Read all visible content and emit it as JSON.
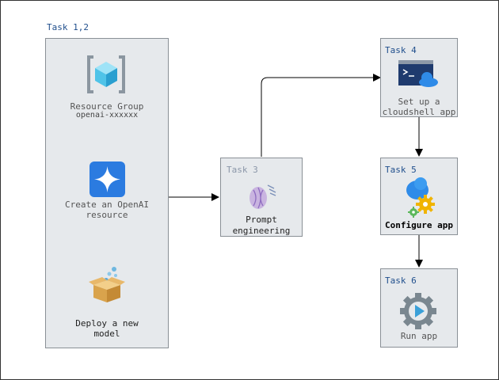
{
  "task12": {
    "label": "Task 1,2",
    "resource_group_title": "Resource Group",
    "resource_group_name": "openai-xxxxxx",
    "create_openai_line1": "Create an OpenAI",
    "create_openai_line2": "resource",
    "deploy_line1": "Deploy a new",
    "deploy_line2": "model"
  },
  "task3": {
    "label": "Task 3",
    "line1": "Prompt",
    "line2": "engineering"
  },
  "task4": {
    "label": "Task 4",
    "line1": "Set up a",
    "line2": "cloudshell app"
  },
  "task5": {
    "label": "Task 5",
    "line1": "Configure app"
  },
  "task6": {
    "label": "Task 6",
    "line1": "Run app"
  },
  "colors": {
    "panel_bg": "#e6e9ec",
    "task_label": "#1f4e8c",
    "openai_icon_blue": "#2b7be0",
    "cube_cyan": "#4fc3e8",
    "gear_gray": "#7a8790",
    "play_blue": "#3aa0d8"
  },
  "icons": [
    "resource-group-icon",
    "openai-icon",
    "deploy-box-icon",
    "prompt-icon",
    "cloudshell-icon",
    "configure-app-icon",
    "run-app-icon"
  ]
}
